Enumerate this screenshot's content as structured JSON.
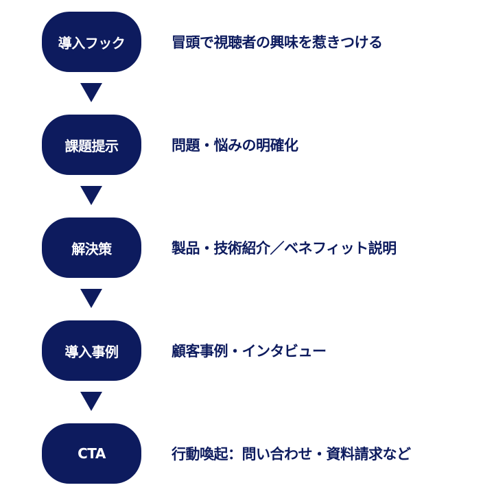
{
  "steps": [
    {
      "label": "導入フック",
      "description": "冒頭で視聴者の興味を惹きつける"
    },
    {
      "label": "課題提示",
      "description": "問題・悩みの明確化"
    },
    {
      "label": "解決策",
      "description": "製品・技術紹介／ベネフィット説明"
    },
    {
      "label": "導入事例",
      "description": "顧客事例・インタビュー"
    },
    {
      "label": "CTA",
      "description": "行動喚起：問い合わせ・資料請求など"
    }
  ],
  "colors": {
    "primary": "#0d1b5e",
    "background": "#ffffff",
    "pill_text": "#ffffff"
  }
}
